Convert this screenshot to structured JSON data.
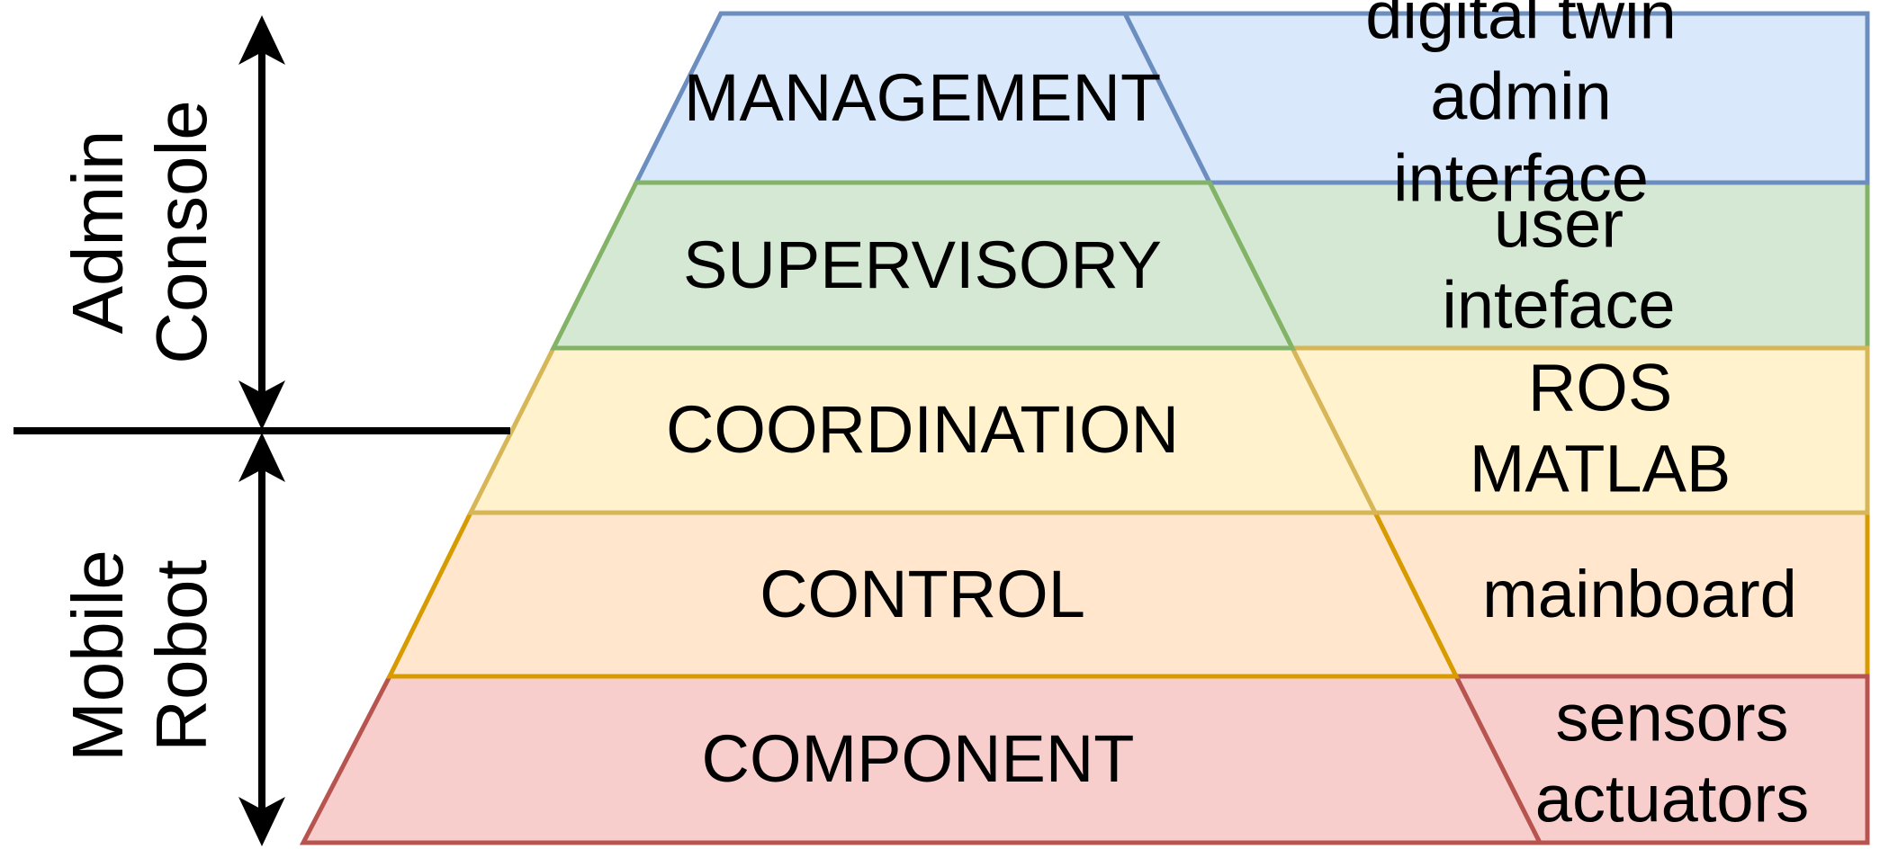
{
  "figure": {
    "side_sections": [
      {
        "id": "admin-console",
        "label": "Admin\nConsole"
      },
      {
        "id": "mobile-robot",
        "label": "Mobile\nRobot"
      }
    ],
    "layers": [
      {
        "name": "MANAGEMENT",
        "tech": "digital twin\nadmin interface",
        "fill": "#dae8fc",
        "stroke": "#6c8ebf"
      },
      {
        "name": "SUPERVISORY",
        "tech": "user inteface",
        "fill": "#d5e8d4",
        "stroke": "#82b366"
      },
      {
        "name": "COORDINATION",
        "tech": "ROS\nMATLAB",
        "fill": "#fff2cc",
        "stroke": "#d6b656"
      },
      {
        "name": "CONTROL",
        "tech": "mainboard",
        "fill": "#ffe6cc",
        "stroke": "#d79b00"
      },
      {
        "name": "COMPONENT",
        "tech": "sensors\nactuators",
        "fill": "#f8cecc",
        "stroke": "#b85450"
      }
    ],
    "annotation_color": "#000000"
  }
}
